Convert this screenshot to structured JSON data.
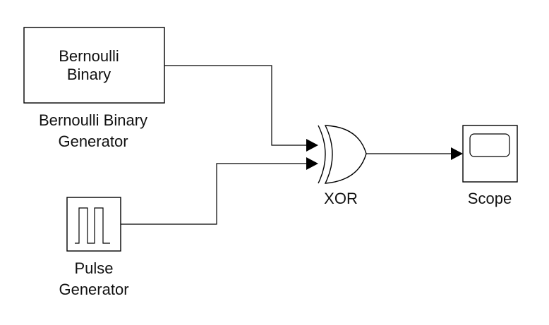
{
  "blocks": {
    "bernoulli": {
      "face_lines": [
        "Bernoulli",
        "Binary"
      ],
      "caption_lines": [
        "Bernoulli Binary",
        "Generator"
      ]
    },
    "pulse": {
      "caption_lines": [
        "Pulse",
        "Generator"
      ]
    },
    "xor": {
      "caption": "XOR"
    },
    "scope": {
      "caption": "Scope"
    }
  },
  "connections": [
    {
      "from": "bernoulli",
      "to": "xor",
      "port": 1
    },
    {
      "from": "pulse",
      "to": "xor",
      "port": 2
    },
    {
      "from": "xor",
      "to": "scope",
      "port": 1
    }
  ]
}
